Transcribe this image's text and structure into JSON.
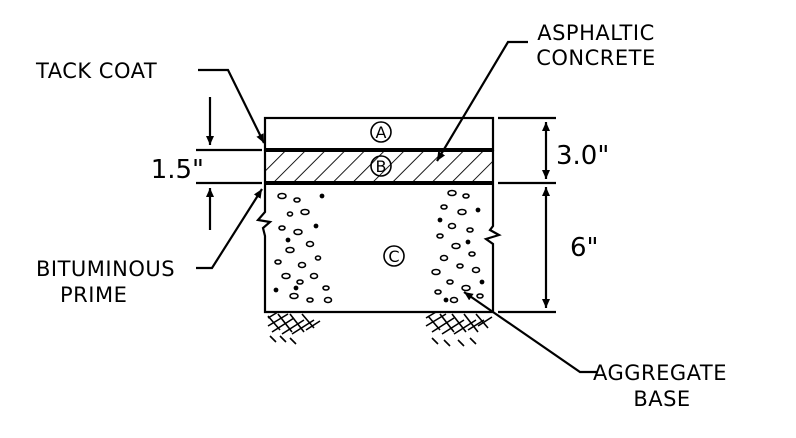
{
  "labels": {
    "tack_coat": "TACK COAT",
    "asphaltic_1": "ASPHALTIC",
    "asphaltic_2": "CONCRETE",
    "bituminous_1": "BITUMINOUS",
    "bituminous_2": "PRIME",
    "aggregate_1": "AGGREGATE",
    "aggregate_2": "BASE"
  },
  "layers": {
    "a": "A",
    "b": "B",
    "c": "C"
  },
  "dimensions": {
    "left": "1.5\"",
    "right_top": "3.0\"",
    "right_bottom": "6\""
  }
}
